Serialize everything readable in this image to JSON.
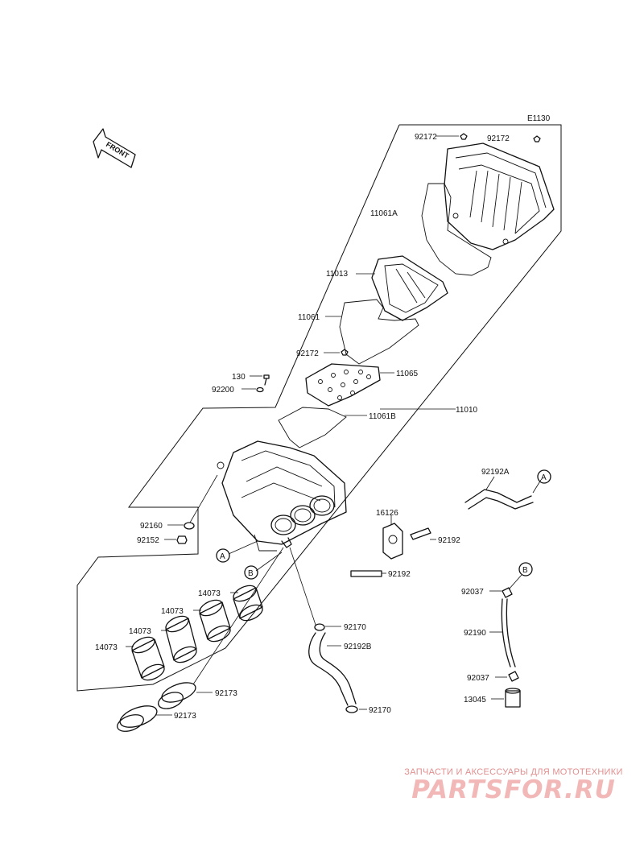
{
  "diagram": {
    "code": "E1130",
    "front_label": "FRONT",
    "labels": {
      "l92172a": "92172",
      "l92172b": "92172",
      "l11061a": "11061A",
      "l11013": "11013",
      "l11061": "11061",
      "l92172c": "92172",
      "l11065": "11065",
      "l130": "130",
      "l92200": "92200",
      "l11061b": "11061B",
      "l11010": "11010",
      "l92160": "92160",
      "l92152": "92152",
      "l92192a": "92192A",
      "l16126": "16126",
      "l92192": "92192",
      "l92192b2": "92192",
      "l14073a": "14073",
      "l14073b": "14073",
      "l14073c": "14073",
      "l14073d": "14073",
      "l92170a": "92170",
      "l92192b": "92192B",
      "l92173a": "92173",
      "l92173b": "92173",
      "l92170b": "92170",
      "l92037a": "92037",
      "l92190": "92190",
      "l92037b": "92037",
      "l13045": "13045"
    },
    "refs": {
      "a1": "A",
      "b1": "B",
      "a2": "A",
      "b2": "B"
    }
  },
  "watermark": {
    "subtitle": "ЗАПЧАСТИ И АКСЕССУАРЫ ДЛЯ МОТОТЕХНИКИ",
    "brand": "PARTSFOR.RU"
  }
}
